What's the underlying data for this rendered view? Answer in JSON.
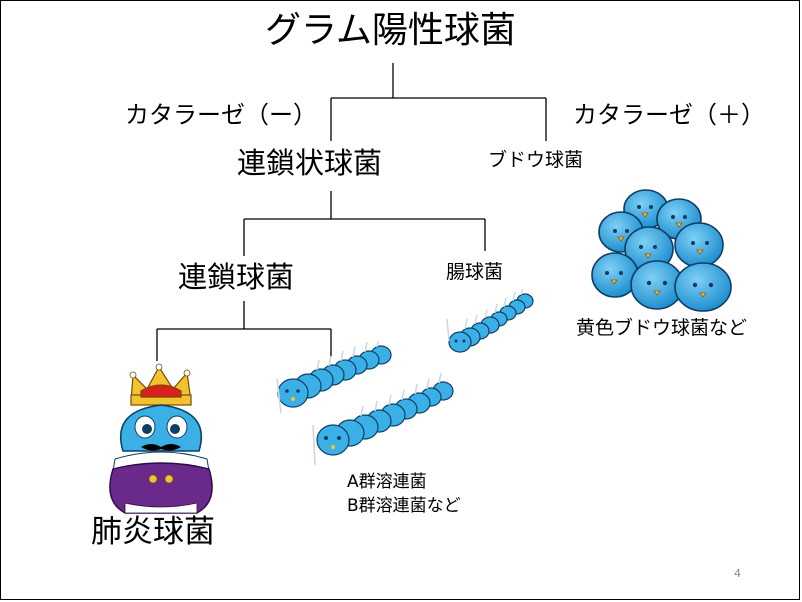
{
  "title": "グラム陽性球菌",
  "branches": {
    "catalase_negative": "カタラーゼ（ー）",
    "catalase_positive": "カタラーゼ（＋）"
  },
  "nodes": {
    "streptococcus_like": "連鎖状球菌",
    "staphylococcus": "ブドウ球菌",
    "streptococcus": "連鎖球菌",
    "enterococcus": "腸球菌",
    "pneumococcus": "肺炎球菌",
    "group_a": "A群溶連菌",
    "group_b": "B群溶連菌など",
    "staph_aureus": "黄色ブドウ球菌など"
  },
  "page_number": "4",
  "colors": {
    "bacteria_blue": "#3ab0e6",
    "bacteria_dark": "#1e6fa8",
    "crown_gold": "#f2c230",
    "crown_red": "#d8201e",
    "robe_purple": "#6a2a8c",
    "line": "#000000"
  }
}
